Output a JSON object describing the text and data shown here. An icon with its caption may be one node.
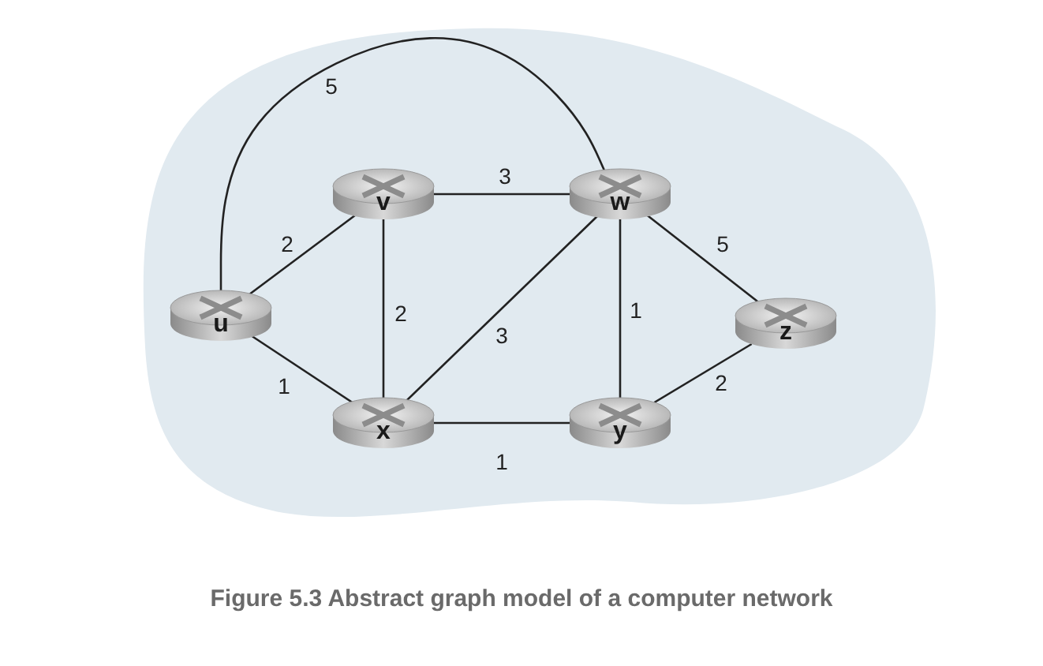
{
  "diagram": {
    "caption": "Figure 5.3 Abstract graph model of a computer network",
    "nodes": [
      {
        "text": [
          "u"
        ]
      },
      {
        "text": [
          "v"
        ]
      },
      {
        "text": [
          "w"
        ]
      },
      {
        "text": [
          "z"
        ]
      },
      {
        "text": [
          "x"
        ]
      },
      {
        "text": [
          "y"
        ]
      }
    ],
    "edges": [
      {
        "from": 0,
        "to": 2,
        "arrow": "none",
        "label": "5"
      },
      {
        "from": 0,
        "to": 1,
        "arrow": "none",
        "label": "2"
      },
      {
        "from": 0,
        "to": 4,
        "arrow": "none",
        "label": "1"
      },
      {
        "from": 1,
        "to": 2,
        "arrow": "none",
        "label": "3"
      },
      {
        "from": 1,
        "to": 4,
        "arrow": "none",
        "label": "2"
      },
      {
        "from": 4,
        "to": 2,
        "arrow": "none",
        "label": "3"
      },
      {
        "from": 2,
        "to": 5,
        "arrow": "none",
        "label": "1"
      },
      {
        "from": 2,
        "to": 3,
        "arrow": "none",
        "label": "5"
      },
      {
        "from": 4,
        "to": 5,
        "arrow": "none",
        "label": "1"
      },
      {
        "from": 5,
        "to": 3,
        "arrow": "none",
        "label": "2"
      }
    ]
  }
}
